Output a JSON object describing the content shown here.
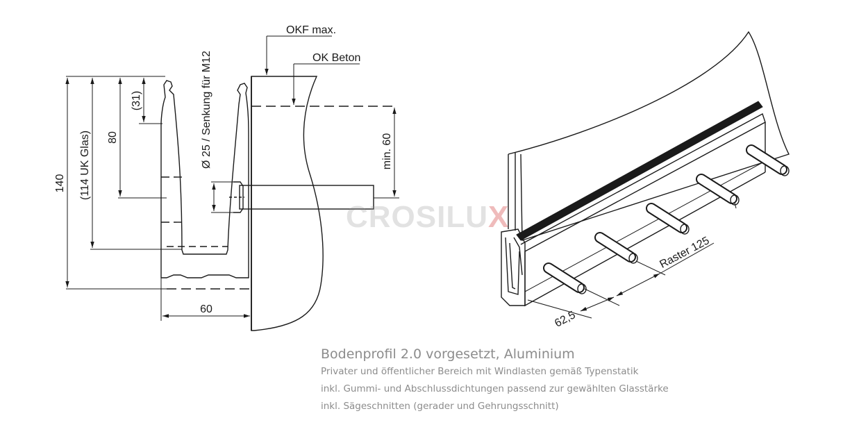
{
  "drawing": {
    "labels": {
      "okf_max": "OKF max.",
      "ok_beton": "OK Beton",
      "dim_31": "(31)",
      "dim_80": "80",
      "dim_114": "(114 UK Glas)",
      "dim_140": "140",
      "senkung": "Ø 25 / Senkung für M12",
      "min_60": "min. 60",
      "width_60": "60",
      "raster": "Raster 125",
      "dim_625": "62,5"
    },
    "watermark": {
      "main": "CROSILU",
      "accent": "X"
    }
  },
  "caption": {
    "title": "Bodenprofil 2.0 vorgesetzt, Aluminium",
    "lines": [
      "Privater und öffentlicher Bereich mit Windlasten gemäß Typenstatik",
      "inkl. Gummi- und Abschlussdichtungen passend zur gewählten Glasstärke",
      "inkl. Sägeschnitten (gerader und Gehrungsschnitt)"
    ]
  },
  "colors": {
    "line": "#1a1a1a",
    "caption": "#8c8c8c"
  }
}
